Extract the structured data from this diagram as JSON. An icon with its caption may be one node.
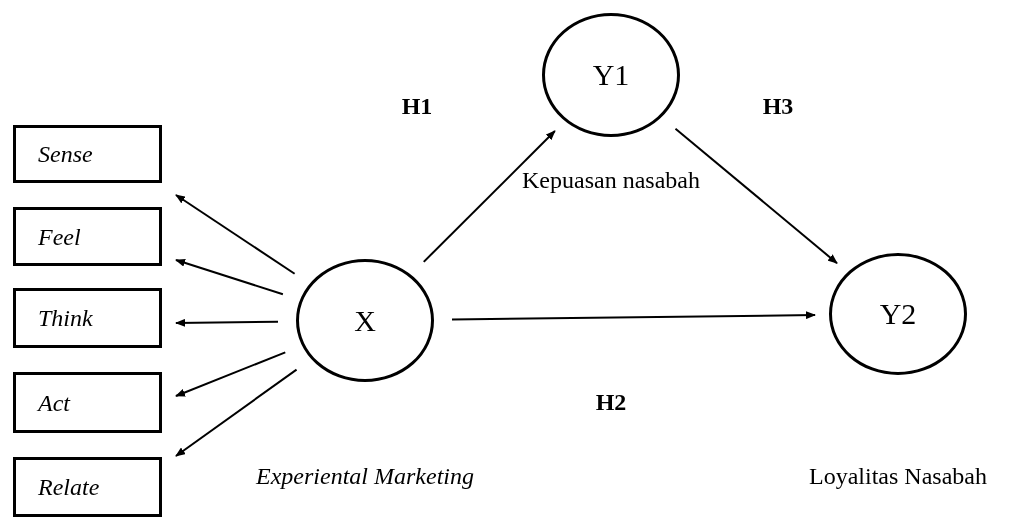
{
  "diagram": {
    "nodes": [
      {
        "text": [
          "Sense"
        ]
      },
      {
        "text": [
          "Feel"
        ]
      },
      {
        "text": [
          "Think"
        ]
      },
      {
        "text": [
          "Act"
        ]
      },
      {
        "text": [
          "Relate"
        ]
      },
      {
        "text": [
          "X"
        ],
        "beside": [
          "Experiental Marketing"
        ]
      },
      {
        "text": [
          "Y1"
        ],
        "beside": [
          "Kepuasan nasabah"
        ]
      },
      {
        "text": [
          "Y2"
        ],
        "beside": [
          "Loyalitas Nasabah"
        ]
      }
    ],
    "edges": [
      {
        "from": 5,
        "to": 0,
        "arrow": "to"
      },
      {
        "from": 5,
        "to": 1,
        "arrow": "to"
      },
      {
        "from": 5,
        "to": 2,
        "arrow": "to"
      },
      {
        "from": 5,
        "to": 3,
        "arrow": "to"
      },
      {
        "from": 5,
        "to": 4,
        "arrow": "to"
      },
      {
        "from": 5,
        "to": 6,
        "label": "H1",
        "arrow": "to"
      },
      {
        "from": 5,
        "to": 7,
        "label": "H2",
        "arrow": "to"
      },
      {
        "from": 6,
        "to": 7,
        "label": "H3",
        "arrow": "to"
      }
    ]
  }
}
